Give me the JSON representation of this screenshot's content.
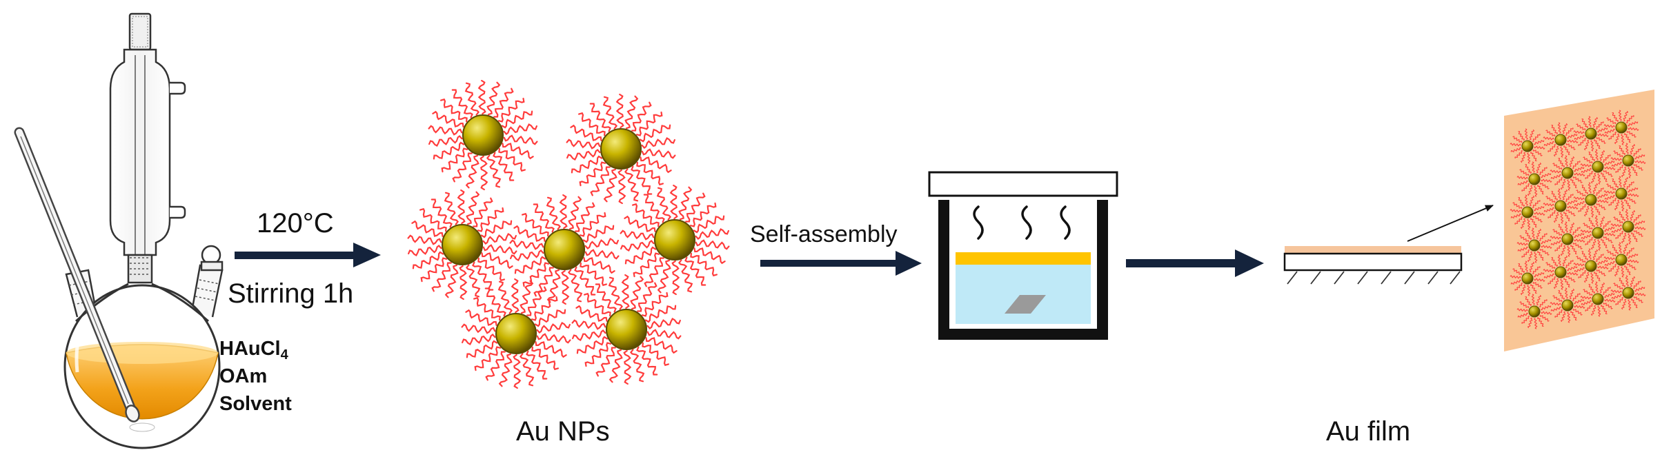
{
  "colors": {
    "gold_fill": "#c8b400",
    "gold_dark": "#6b5a00",
    "ligand": "#ff3b3b",
    "solution": "#f2a31b",
    "arrow": "#14233c",
    "water": "#bfe9f7",
    "film_layer": "#f6c59c",
    "substrate_sample": "#9a9a9a",
    "yellow_layer": "#ffc400",
    "film_sheet": "#f9c696"
  },
  "steps": {
    "step1": {
      "temperature": "120°C",
      "condition": "Stirring 1h"
    },
    "step2": {
      "label": "Self-assembly"
    }
  },
  "flask": {
    "reagents": [
      {
        "base": "HAuCl",
        "sub": "4"
      },
      {
        "base": "OAm",
        "sub": ""
      },
      {
        "base": "Solvent",
        "sub": ""
      }
    ]
  },
  "captions": {
    "nanoparticles": "Au NPs",
    "film": "Au film"
  },
  "icons": [
    "round-bottom-flask-icon",
    "reflux-condenser-icon",
    "thermometer-icon",
    "nanoparticle-icon",
    "evaporation-trough-icon",
    "substrate-icon",
    "film-sheet-icon"
  ]
}
